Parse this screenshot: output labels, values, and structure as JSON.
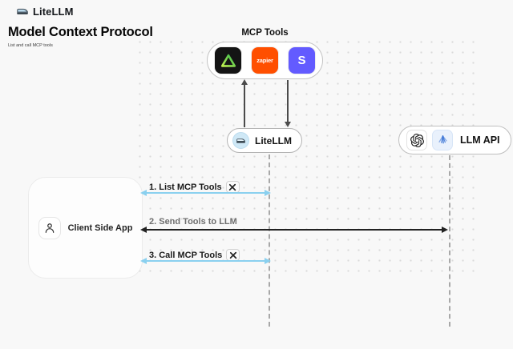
{
  "brand": {
    "name": "LiteLLM"
  },
  "page": {
    "title": "Model Context Protocol",
    "subtitle": "List and call MCP tools"
  },
  "mcp": {
    "label": "MCP Tools",
    "tools": [
      {
        "name": "triangle-tool"
      },
      {
        "name": "zapier",
        "label": "zapier"
      },
      {
        "name": "stripe",
        "label": "S"
      }
    ]
  },
  "nodes": {
    "litellm": {
      "label": "LiteLLM"
    },
    "llm_api": {
      "label": "LLM API"
    },
    "client": {
      "label": "Client Side App"
    }
  },
  "sequence": {
    "steps": [
      {
        "label": "1. List MCP Tools",
        "tools_icon": true
      },
      {
        "label": "2. Send Tools to LLM",
        "tools_icon": false
      },
      {
        "label": "3. Call MCP Tools",
        "tools_icon": true
      }
    ]
  },
  "colors": {
    "background": "#f8f8f8",
    "blue_arrow": "#8AD0EF",
    "dark_arrow": "#222222",
    "zapier_orange": "#FF4F00",
    "stripe_purple": "#635BFF",
    "tool_tile_black": "#141414",
    "triangle_green_light": "#C1F251",
    "triangle_green_dark": "#35B94D",
    "litellm_icon_bg": "#CFE8F6"
  }
}
